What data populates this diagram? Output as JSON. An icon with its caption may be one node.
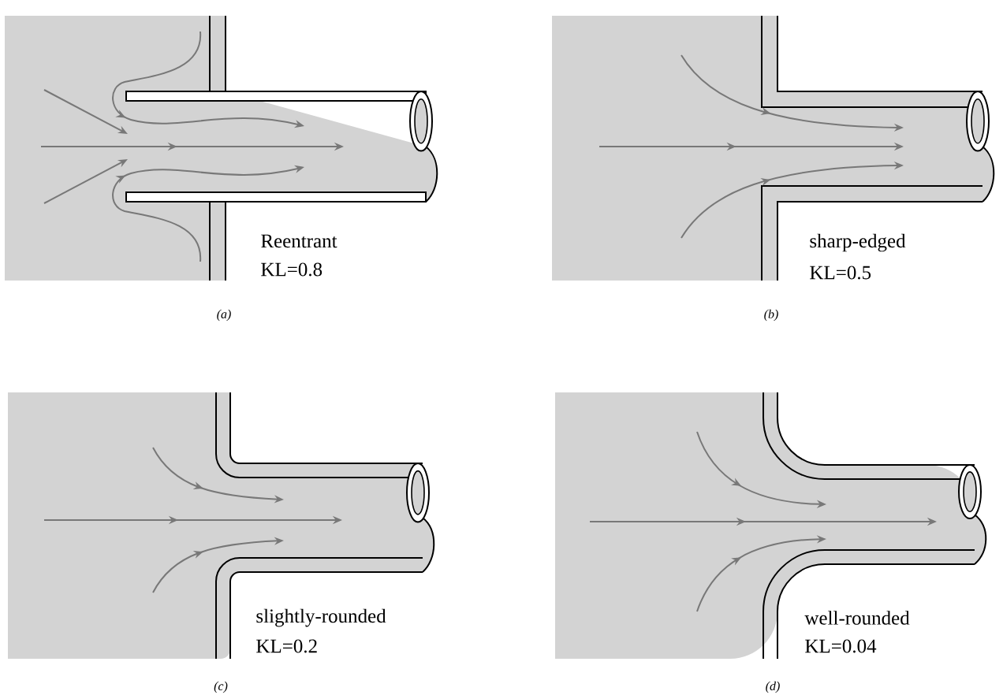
{
  "diagram": {
    "labels": [
      "Reentrant",
      "KL=0.8",
      "(a)",
      "sharp-edged",
      "KL=0.5",
      "(b)",
      "slightly-rounded",
      "KL=0.2",
      "(c)",
      "well-rounded",
      "KL=0.04",
      "(d)"
    ]
  }
}
